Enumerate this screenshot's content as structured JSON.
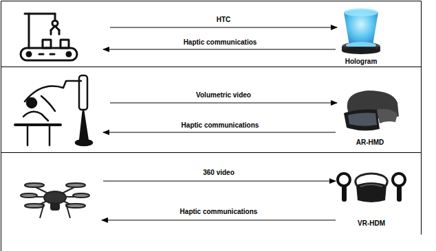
{
  "diagram": {
    "nodes": [
      {
        "text": [
          "Hologram"
        ]
      },
      {
        "text": [
          "AR-HMD"
        ]
      },
      {
        "text": [
          "VR-HDM"
        ]
      }
    ],
    "labels": [
      "HTC",
      "Haptic communicatios",
      "Volumetric video",
      "Haptic communications",
      "360 video",
      "Haptic communications"
    ]
  }
}
